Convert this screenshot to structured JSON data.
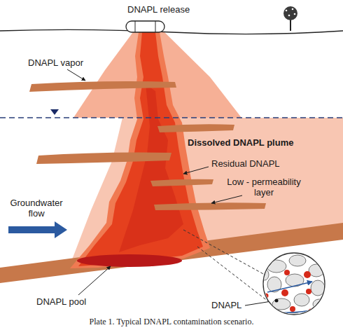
{
  "diagram": {
    "caption": "Plate 1. Typical DNAPL contamination scenario.",
    "labels": [
      "DNAPL release",
      "DNAPL vapor",
      "Dissolved DNAPL plume",
      "Residual DNAPL",
      "Low - permeability layer",
      "Groundwater flow",
      "DNAPL pool",
      "DNAPL"
    ]
  }
}
